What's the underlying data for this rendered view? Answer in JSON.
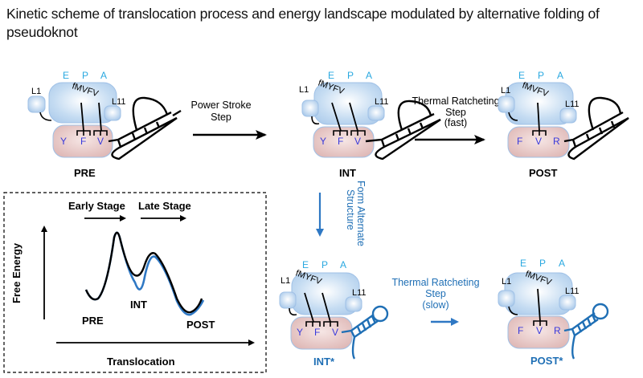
{
  "title": "Kinetic scheme of translocation process and energy landscape modulated by alternative folding of pseudoknot",
  "colors": {
    "blue_text": "#1f6fb5",
    "site_label": "#29a8e0",
    "residue": "#3a3adc",
    "large_subunit": "#bcd6ef",
    "small_subunit": "#e8c9c8",
    "accent_curve": "#2f78c4"
  },
  "site_labels": [
    "E",
    "P",
    "A"
  ],
  "protein_labels": {
    "l1": "L1",
    "l11": "L11"
  },
  "states": {
    "pre": {
      "label": "PRE",
      "peptide": "fMVFV",
      "codons": [
        "Y",
        "F",
        "V"
      ]
    },
    "int": {
      "label": "INT",
      "peptide": "fMYFV",
      "codons": [
        "Y",
        "F",
        "V"
      ]
    },
    "post": {
      "label": "POST",
      "peptide": "fMVFV",
      "codons": [
        "F",
        "V",
        "R"
      ]
    },
    "int_star": {
      "label": "INT*",
      "peptide": "fMYFV",
      "codons": [
        "Y",
        "F",
        "V"
      ]
    },
    "post_star": {
      "label": "POST*",
      "peptide": "fMVFV",
      "codons": [
        "F",
        "V",
        "R"
      ]
    }
  },
  "transitions": {
    "power_stroke": {
      "line1": "Power Stroke",
      "line2": "Step"
    },
    "thermal_fast": {
      "line1": "Thermal Ratcheting",
      "line2": "Step",
      "line3": "(fast)"
    },
    "alternate": {
      "line1": "Form Alternate",
      "line2": "Structure"
    },
    "thermal_slow": {
      "line1": "Thermal Ratcheting",
      "line2": "Step",
      "line3": "(slow)"
    }
  },
  "energy_panel": {
    "early_stage": "Early Stage",
    "late_stage": "Late Stage",
    "y_axis": "Free Energy",
    "x_axis": "Translocation",
    "min_labels": {
      "pre": "PRE",
      "int": "INT",
      "post": "POST"
    }
  }
}
